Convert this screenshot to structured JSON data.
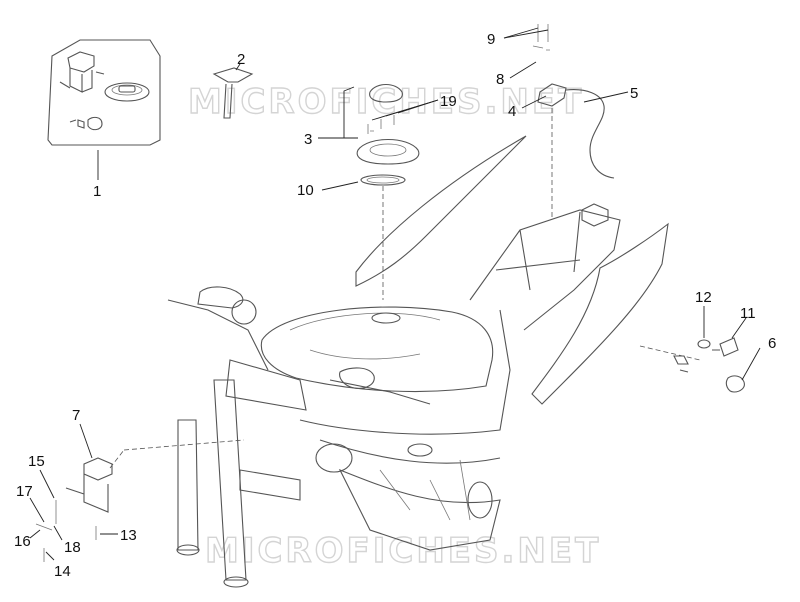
{
  "watermark": "MICROFICHES.NET",
  "callouts": [
    "1",
    "2",
    "3",
    "4",
    "5",
    "6",
    "7",
    "8",
    "9",
    "10",
    "11",
    "12",
    "13",
    "14",
    "15",
    "16",
    "17",
    "18",
    "19"
  ],
  "colors": {
    "line": "#555555",
    "text": "#111111",
    "watermark": "#d4d4d4",
    "background": "#ffffff"
  }
}
